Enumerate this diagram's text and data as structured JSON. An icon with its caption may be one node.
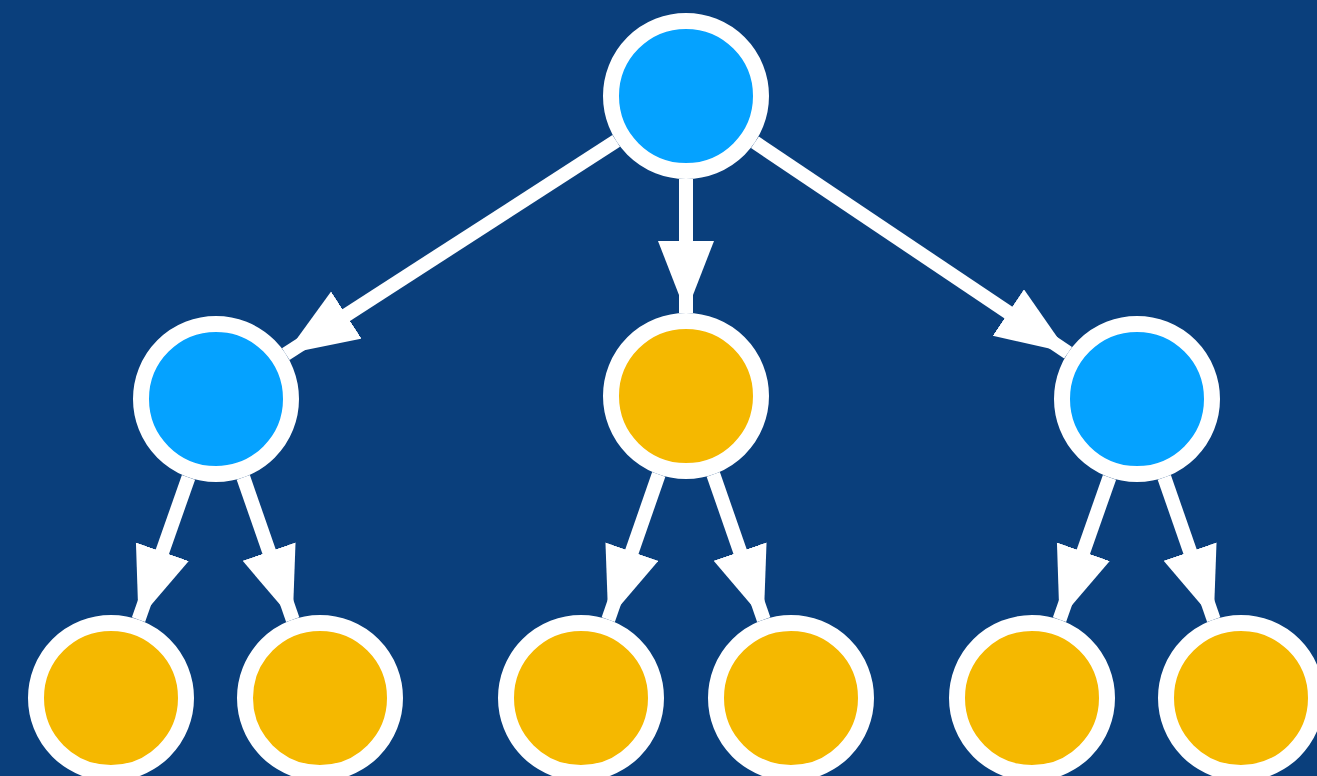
{
  "diagram": {
    "nodes": [
      {
        "text": [],
        "shape": "circle"
      },
      {
        "text": [],
        "shape": "circle"
      },
      {
        "text": [],
        "shape": "circle"
      },
      {
        "text": [],
        "shape": "circle"
      },
      {
        "text": [],
        "shape": "circle"
      },
      {
        "text": [],
        "shape": "circle"
      },
      {
        "text": [],
        "shape": "circle"
      },
      {
        "text": [],
        "shape": "circle"
      },
      {
        "text": [],
        "shape": "circle"
      },
      {
        "text": [],
        "shape": "circle"
      }
    ],
    "edges": [
      {
        "from": 0,
        "to": 1,
        "arrow": "to"
      },
      {
        "from": 0,
        "to": 2,
        "arrow": "to"
      },
      {
        "from": 0,
        "to": 3,
        "arrow": "to"
      },
      {
        "from": 1,
        "to": 4,
        "arrow": "to"
      },
      {
        "from": 1,
        "to": 5,
        "arrow": "to"
      },
      {
        "from": 2,
        "to": 6,
        "arrow": "to"
      },
      {
        "from": 2,
        "to": 7,
        "arrow": "to"
      },
      {
        "from": 3,
        "to": 8,
        "arrow": "to"
      },
      {
        "from": 3,
        "to": 9,
        "arrow": "to"
      }
    ]
  }
}
